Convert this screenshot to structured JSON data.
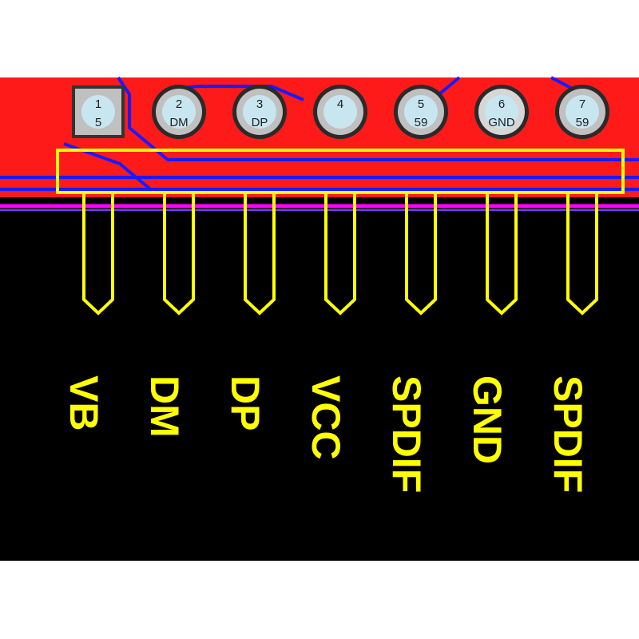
{
  "pads": [
    {
      "number": "1",
      "net": "5",
      "shape": "square"
    },
    {
      "number": "2",
      "net": "DM",
      "shape": "round"
    },
    {
      "number": "3",
      "net": "DP",
      "shape": "round"
    },
    {
      "number": "4",
      "net": "",
      "shape": "round"
    },
    {
      "number": "5",
      "net": "59",
      "shape": "round"
    },
    {
      "number": "6",
      "net": "GND",
      "shape": "round",
      "highlight": true
    },
    {
      "number": "7",
      "net": "59",
      "shape": "round"
    }
  ],
  "silkscreen_labels": [
    "VB",
    "DM",
    "DP",
    "VCC",
    "SPDIF",
    "GND",
    "SPDIF"
  ],
  "colors": {
    "copper_top": "#ff1a1a",
    "copper_bottom": "#1a1aff",
    "silkscreen": "#ffff00",
    "board_edge": "#ff00ff",
    "background": "#000000",
    "pad": "#c0c0c0",
    "pad_highlight": "#d6d6d6",
    "hole": "#c8e6f0"
  }
}
